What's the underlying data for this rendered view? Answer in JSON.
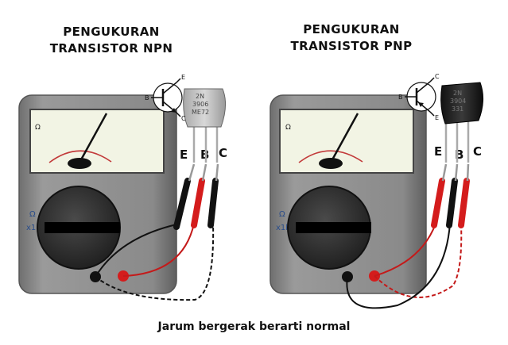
{
  "diagram": {
    "left_title_line1": "PENGUKURAN",
    "left_title_line2": "TRANSISTOR NPN",
    "right_title_line1": "PENGUKURAN",
    "right_title_line2": "TRANSISTOR PNP",
    "caption": "Jarum bergerak berarti normal"
  },
  "left_meter": {
    "ohm_symbol": "Ω",
    "range_symbol": "Ω",
    "range_value": "x1k",
    "transistor_marking": [
      "2N",
      "3906",
      "ME72"
    ],
    "lead_labels": [
      "E",
      "B",
      "C"
    ],
    "schematic_pins": [
      "B",
      "E",
      "C"
    ]
  },
  "right_meter": {
    "ohm_symbol": "Ω",
    "range_symbol": "Ω",
    "range_value": "x1k",
    "transistor_marking": [
      "2N",
      "3904",
      "331"
    ],
    "lead_labels": [
      "E",
      "B",
      "C"
    ],
    "schematic_pins": [
      "B",
      "C",
      "E"
    ]
  },
  "colors": {
    "meter_body": "#8c8c8c",
    "meter_face": "#f2f4e4",
    "probe_red": "#d41c1c",
    "probe_black": "#111111"
  }
}
